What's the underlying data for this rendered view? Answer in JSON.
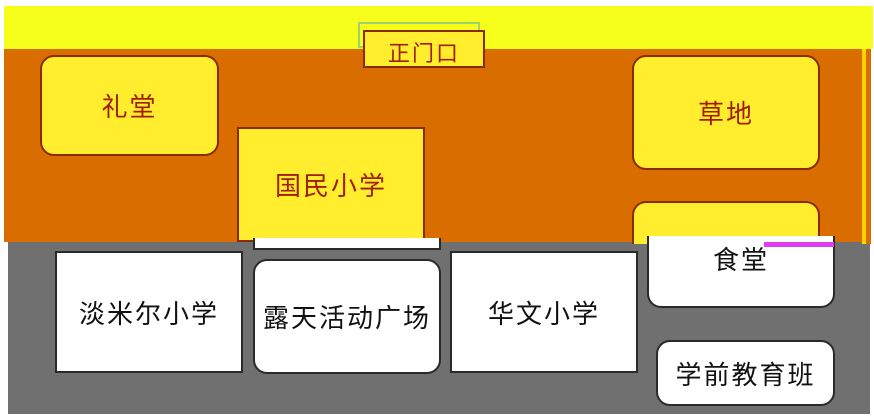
{
  "map": {
    "gate": "正门口",
    "auditorium": "礼堂",
    "lawn": "草地",
    "guomin_school": "国民小学",
    "canteen": "食堂",
    "tanmier_school": "淡米尔小学",
    "outdoor_plaza": "露天活动广场",
    "huawen_school": "华文小学",
    "preschool": "学前教育班"
  },
  "colors": {
    "top_band": "#f6ff1c",
    "orange_zone": "#d96d00",
    "gray_zone": "#707070",
    "yellow_box": "#ffed2e",
    "label_red": "#a11f00",
    "accent_magenta": "#e23cf0"
  }
}
